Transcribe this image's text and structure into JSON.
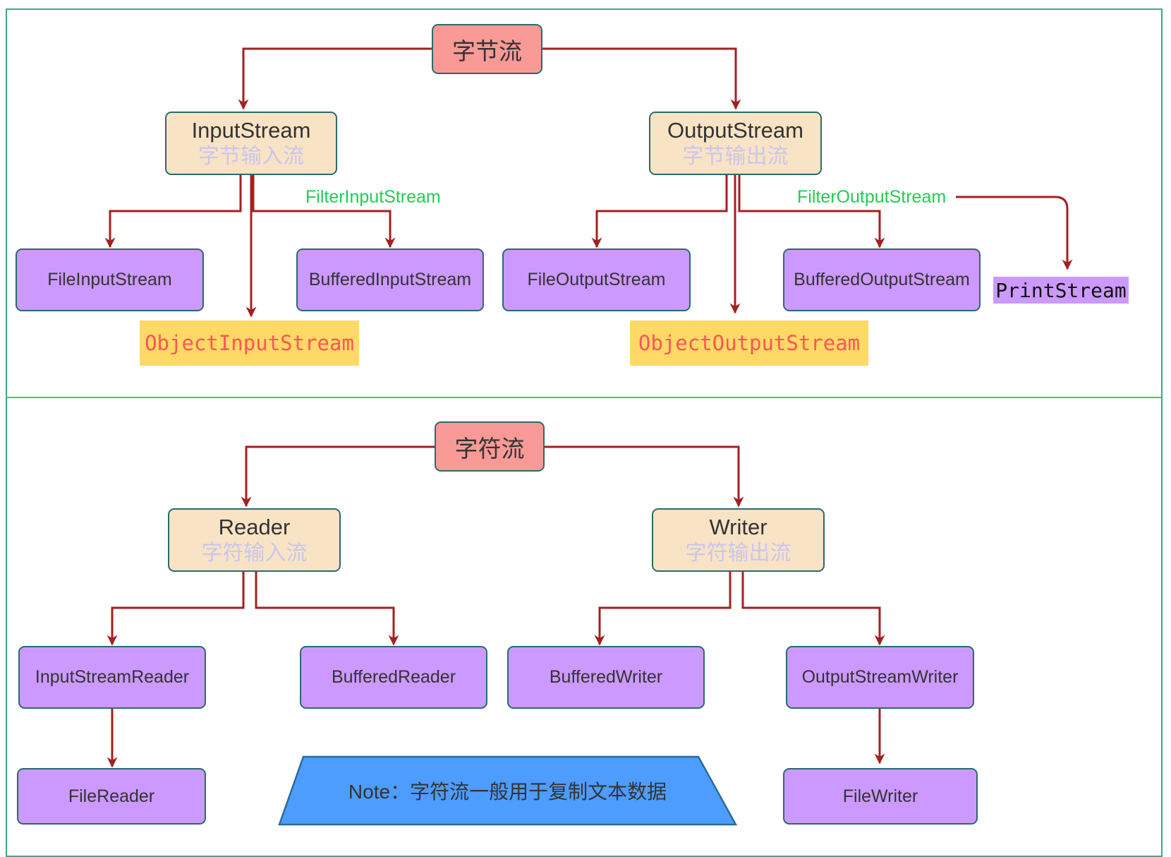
{
  "byte_section": {
    "root": "字节流",
    "input_stream": {
      "name": "InputStream",
      "cn": "字节输入流"
    },
    "output_stream": {
      "name": "OutputStream",
      "cn": "字节输出流"
    },
    "file_input_stream": "FileInputStream",
    "buffered_input_stream": "BufferedInputStream",
    "object_input_stream": "ObjectInputStream",
    "filter_input_label": "FilterInputStream",
    "file_output_stream": "FileOutputStream",
    "buffered_output_stream": "BufferedOutputStream",
    "object_output_stream": "ObjectOutputStream",
    "filter_output_label": "FilterOutputStream",
    "print_stream": "PrintStream"
  },
  "char_section": {
    "root": "字符流",
    "reader": {
      "name": "Reader",
      "cn": "字符输入流"
    },
    "writer": {
      "name": "Writer",
      "cn": "字符输出流"
    },
    "input_stream_reader": "InputStreamReader",
    "buffered_reader": "BufferedReader",
    "file_reader": "FileReader",
    "buffered_writer": "BufferedWriter",
    "output_stream_writer": "OutputStreamWriter",
    "file_writer": "FileWriter"
  },
  "note": "Note：字符流一般用于复制文本数据",
  "colors": {
    "root_fill": "#f99a96",
    "abstract_fill": "#f9e3c5",
    "leaf_fill": "#cc99ff",
    "object_stream_fill": "#ffd966",
    "object_stream_text": "#ff5555",
    "note_fill": "#4d9cff",
    "arrow": "#a32020",
    "edge_label": "#22cc55",
    "divider": "#2ecc71"
  }
}
